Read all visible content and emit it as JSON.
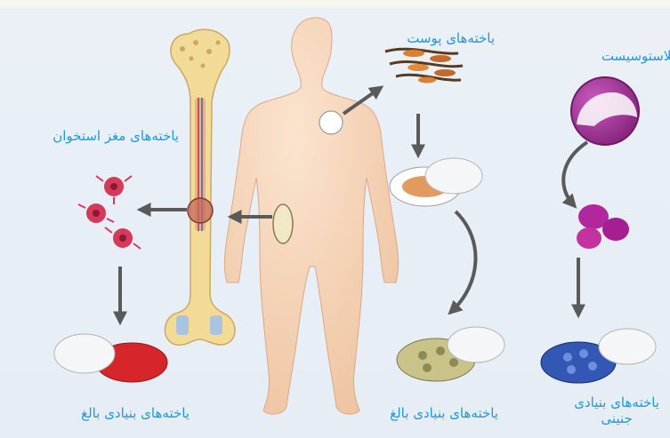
{
  "labels": {
    "skin_cells": "یاخته‌های پوست",
    "blastocyst": "بلاستوسیست",
    "bone_marrow_cells": "یاخته‌های مغز استخوان",
    "adult_stem_cells_left": "یاخته‌های بنیادی بالغ",
    "adult_stem_cells_middle": "یاخته‌های بنیادی بالغ",
    "embryonic_stem_cells_line1": "یاخته‌های بنیادی",
    "embryonic_stem_cells_line2": "جنینی"
  },
  "colors": {
    "label_text": "#1f9ad8",
    "body_skin": "#f6d3b4",
    "bone": "#f1db96",
    "arrow": "#5a5a5a",
    "skin_cell": "#c26a2c",
    "marrow_cell": "#d63a5a",
    "blastocyst": "#9a2a8e",
    "red_dish": "#d7262b",
    "olive_dish": "#b6b06b",
    "blue_dish": "#3357b5"
  }
}
